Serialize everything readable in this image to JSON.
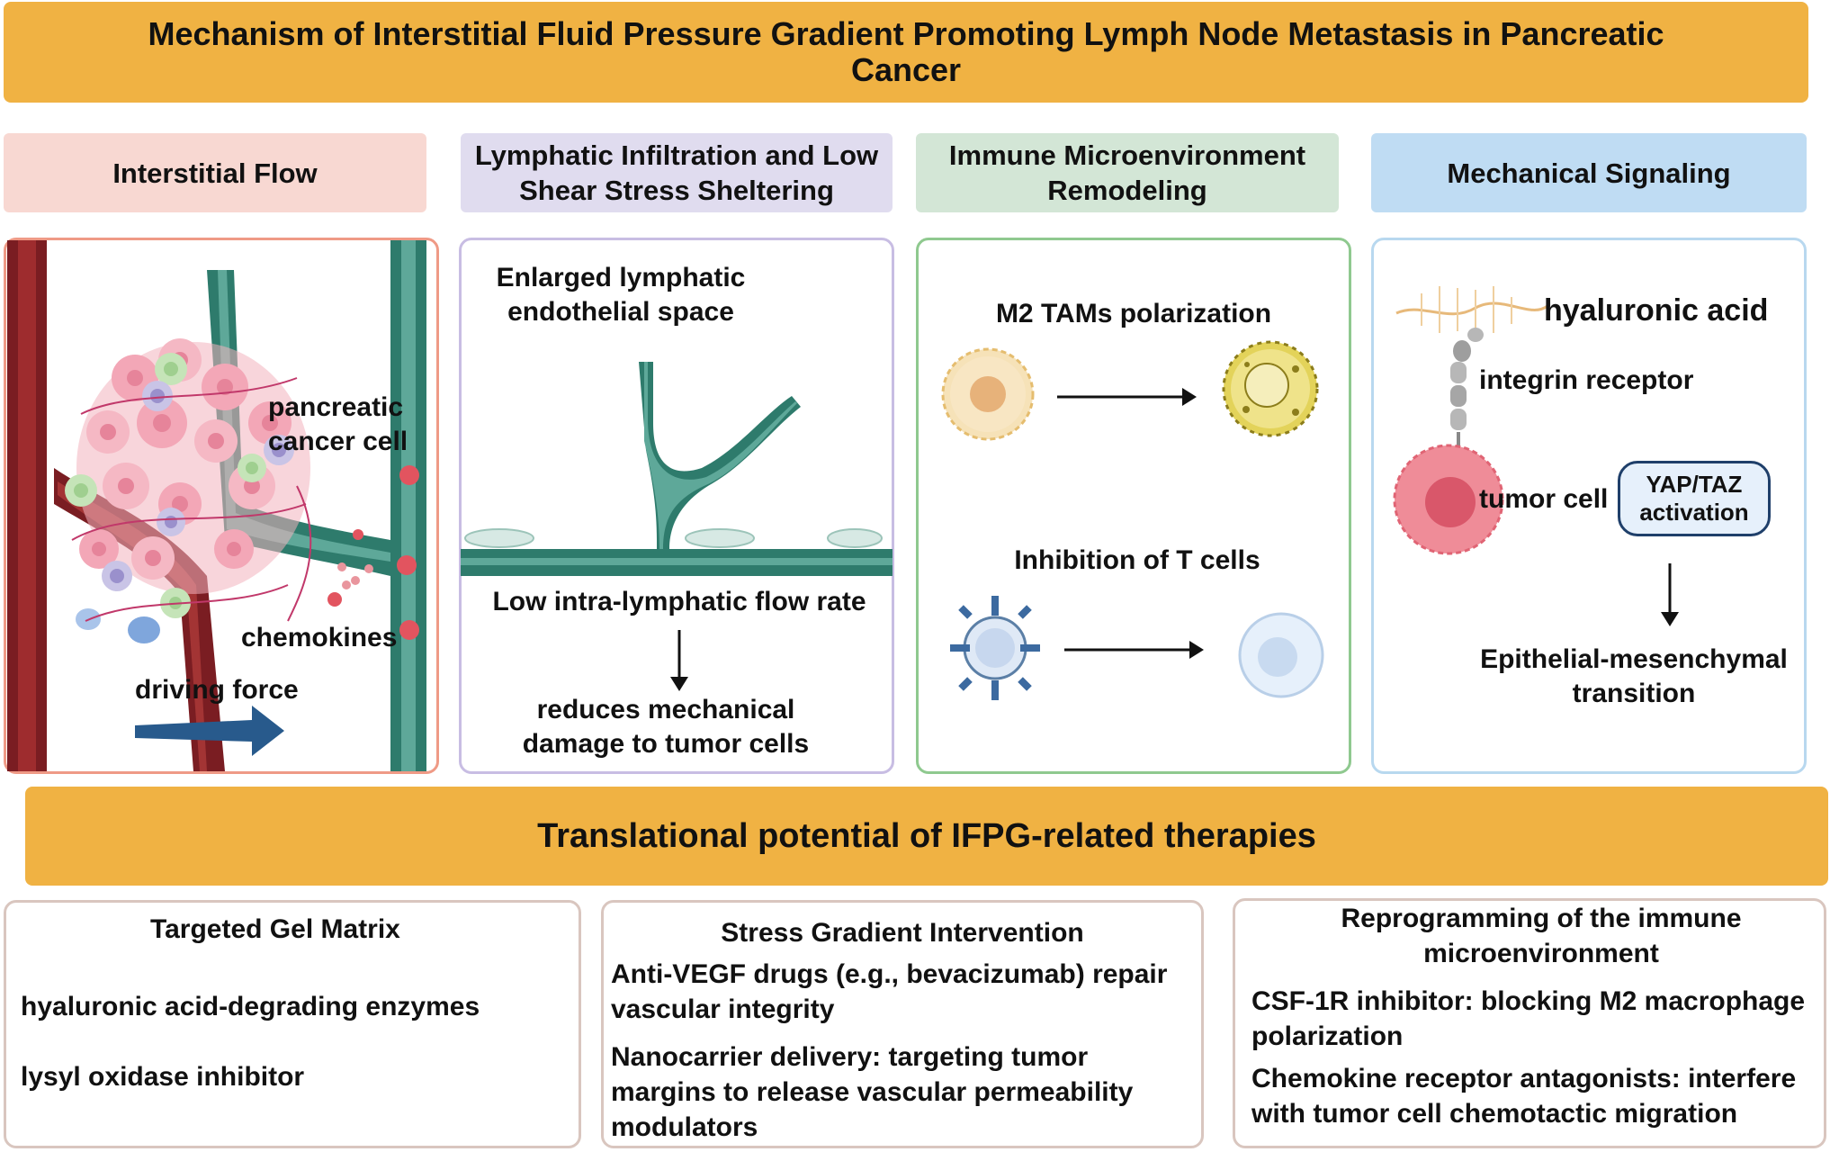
{
  "title": "Mechanism of Interstitial Fluid Pressure Gradient Promoting Lymph Node Metastasis in Pancreatic Cancer",
  "columns": [
    {
      "header": "Interstitial Flow",
      "color": "#f8d8d2"
    },
    {
      "header": "Lymphatic  Infiltration and Low Shear Stress Sheltering",
      "color": "#e0dcef"
    },
    {
      "header": "Immune Microenvironment Remodeling",
      "color": "#d3e6d6"
    },
    {
      "header": "Mechanical Signaling",
      "color": "#bfdcf3"
    }
  ],
  "panel1": {
    "cancer_cell": "pancreatic cancer cell",
    "chemokines": "chemokines",
    "driving_force": "driving force"
  },
  "panel2": {
    "space": "Enlarged lymphatic endothelial space",
    "flow": "Low intra-lymphatic flow rate",
    "result": "reduces mechanical damage to tumor cells"
  },
  "panel3": {
    "m2": "M2 TAMs polarization",
    "tcells": "Inhibition of T cells"
  },
  "panel4": {
    "ha": "hyaluronic acid",
    "integrin": "integrin receptor",
    "tumor": "tumor cell",
    "yap": "YAP/TAZ activation",
    "emt": "Epithelial-mesenchymal transition"
  },
  "translational": "Translational potential of IFPG-related therapies",
  "therapies": [
    {
      "title": "Targeted Gel Matrix",
      "items": [
        "hyaluronic acid-degrading enzymes",
        "lysyl oxidase inhibitor"
      ]
    },
    {
      "title": "Stress Gradient Intervention",
      "items": [
        "Anti-VEGF drugs (e.g., bevacizumab) repair vascular integrity",
        "Nanocarrier delivery: targeting tumor margins to release vascular permeability modulators"
      ]
    },
    {
      "title": "Reprogramming of the immune microenvironment",
      "items": [
        "CSF-1R inhibitor: blocking M2 macrophage polarization",
        "Chemokine receptor antagonists: interfere with tumor cell chemotactic migration"
      ]
    }
  ]
}
